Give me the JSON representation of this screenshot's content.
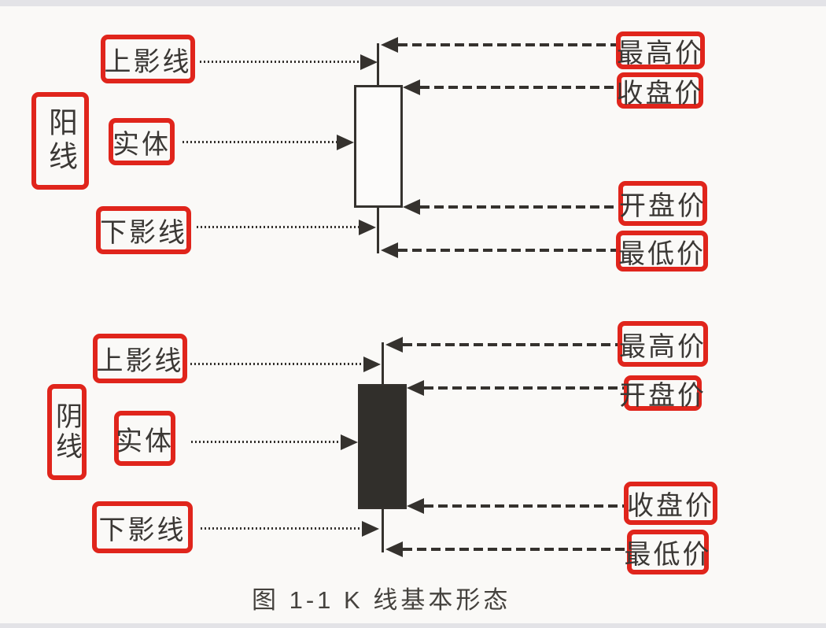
{
  "caption": "图 1-1   K 线基本形态",
  "colors": {
    "page_bg": "#faf9f7",
    "edge_strip": "#e3e3e7",
    "box_red": "#e0251c",
    "ink": "#35322e",
    "label_text": "#3b3835",
    "yang_fill": "#fcfbfa",
    "yin_fill": "#312f2b"
  },
  "yang_section": {
    "side_label": "阳线",
    "left_labels": {
      "upper_shadow": "上影线",
      "body": "实体",
      "lower_shadow": "下影线"
    },
    "right_labels": {
      "high": "最高价",
      "close": "收盘价",
      "open": "开盘价",
      "low": "最低价"
    }
  },
  "yin_section": {
    "side_label": "阴线",
    "left_labels": {
      "upper_shadow": "上影线",
      "body": "实体",
      "lower_shadow": "下影线"
    },
    "right_labels": {
      "high": "最高价",
      "open": "开盘价",
      "close": "收盘价",
      "low": "最低价"
    }
  }
}
